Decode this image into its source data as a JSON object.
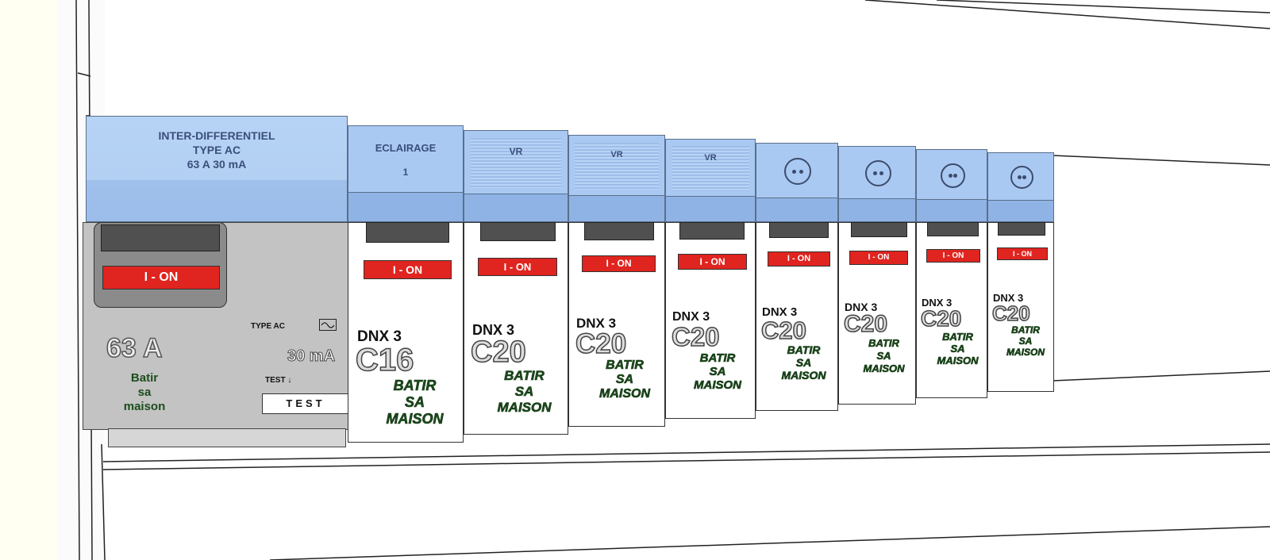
{
  "differential": {
    "top_label_lines": [
      "INTER-DIFFERENTIEL",
      "TYPE  AC",
      "63 A  30 mA"
    ],
    "switch_state": "I - ON",
    "rating": "63 A",
    "brand_lines": [
      "Batir",
      "sa",
      "maison"
    ],
    "type_label": "TYPE AC",
    "sensitivity": "30 mA",
    "test_label": "TEST",
    "test_button": "TEST"
  },
  "breakers": [
    {
      "top_label": "ECLAIRAGE",
      "top_sub": "1",
      "icon": "",
      "state": "I - ON",
      "model": "DNX 3",
      "rating": "C16",
      "brand_lines": [
        "BATIR",
        "SA",
        "MAISON"
      ]
    },
    {
      "top_label": "VR",
      "top_sub": "",
      "icon": "grille",
      "state": "I - ON",
      "model": "DNX 3",
      "rating": "C20",
      "brand_lines": [
        "BATIR",
        "SA",
        "MAISON"
      ]
    },
    {
      "top_label": "VR",
      "top_sub": "",
      "icon": "grille",
      "state": "I - ON",
      "model": "DNX 3",
      "rating": "C20",
      "brand_lines": [
        "BATIR",
        "SA",
        "MAISON"
      ]
    },
    {
      "top_label": "VR",
      "top_sub": "",
      "icon": "grille",
      "state": "I - ON",
      "model": "DNX 3",
      "rating": "C20",
      "brand_lines": [
        "BATIR",
        "SA",
        "MAISON"
      ]
    },
    {
      "top_label": "",
      "top_sub": "",
      "icon": "socket-icon",
      "state": "I - ON",
      "model": "DNX 3",
      "rating": "C20",
      "brand_lines": [
        "BATIR",
        "SA",
        "MAISON"
      ]
    },
    {
      "top_label": "",
      "top_sub": "",
      "icon": "socket-icon",
      "state": "I - ON",
      "model": "DNX 3",
      "rating": "C20",
      "brand_lines": [
        "BATIR",
        "SA",
        "MAISON"
      ]
    },
    {
      "top_label": "",
      "top_sub": "",
      "icon": "socket-icon",
      "state": "I - ON",
      "model": "DNX 3",
      "rating": "C20",
      "brand_lines": [
        "BATIR",
        "SA",
        "MAISON"
      ]
    },
    {
      "top_label": "",
      "top_sub": "",
      "icon": "socket-icon",
      "state": "I - ON",
      "model": "DNX 3",
      "rating": "C20",
      "brand_lines": [
        "BATIR",
        "SA",
        "MAISON"
      ]
    }
  ],
  "colors": {
    "cover_blue": "#a9c9f3",
    "on_red": "#e0241f",
    "lever_dark": "#505050",
    "brand_green": "#1c4d1c"
  }
}
